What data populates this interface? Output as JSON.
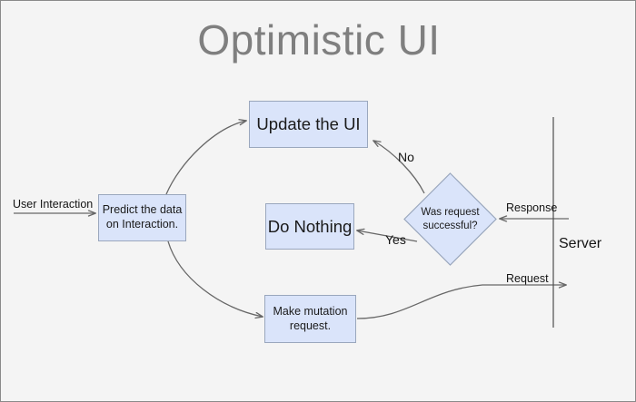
{
  "diagram": {
    "title": "Optimistic UI",
    "background_color": "#f4f4f4",
    "node_fill": "#dae4fa",
    "node_stroke": "#9aa7bd",
    "edge_color": "#666666",
    "title_color": "#7f7f7f",
    "nodes": [
      {
        "id": "predict",
        "label": "Predict the data\non Interaction.",
        "shape": "rect"
      },
      {
        "id": "update-ui",
        "label": "Update the UI",
        "shape": "rect"
      },
      {
        "id": "do-nothing",
        "label": "Do Nothing",
        "shape": "rect"
      },
      {
        "id": "make-mutation",
        "label": "Make mutation\nrequest.",
        "shape": "rect"
      },
      {
        "id": "decision",
        "label": "Was request\nsuccessful?",
        "shape": "diamond"
      }
    ],
    "edge_labels": [
      {
        "id": "user-interaction",
        "text": "User Interaction"
      },
      {
        "id": "no",
        "text": "No"
      },
      {
        "id": "yes",
        "text": "Yes"
      },
      {
        "id": "response",
        "text": "Response"
      },
      {
        "id": "request",
        "text": "Request"
      }
    ],
    "boundary": {
      "label": "Server"
    }
  }
}
